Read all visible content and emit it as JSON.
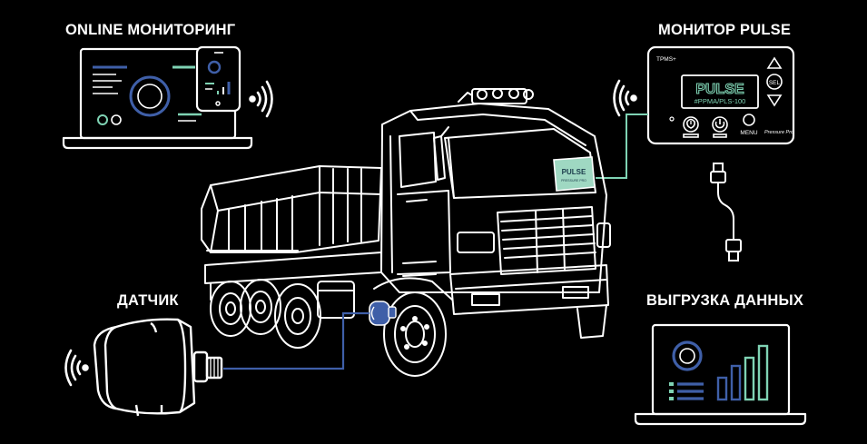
{
  "labels": {
    "online": "ONLINE МОНИТОРИНГ",
    "monitor": "МОНИТОР PULSE",
    "sensor": "ДАТЧИК",
    "export": "ВЫГРУЗКА ДАННЫХ"
  },
  "monitor_device": {
    "top_label": "TPMS+",
    "screen_title": "PULSE",
    "screen_model": "#PPMA/PLS-100",
    "sel_label": "SEL",
    "menu_label": "MENU",
    "brand": "Pressure Pro"
  },
  "truck_badge": {
    "title": "PULSE",
    "subtitle": "PRESSURE PRO"
  },
  "colors": {
    "background": "#000000",
    "line": "#ffffff",
    "accent_green": "#7fd3b4",
    "accent_blue": "#3f5fa8",
    "badge_fill": "#9fd8c2"
  },
  "icons": [
    "laptop-icon",
    "phone-icon",
    "wifi-icon",
    "sensor-icon",
    "usb-cable-icon",
    "bar-chart-icon"
  ]
}
